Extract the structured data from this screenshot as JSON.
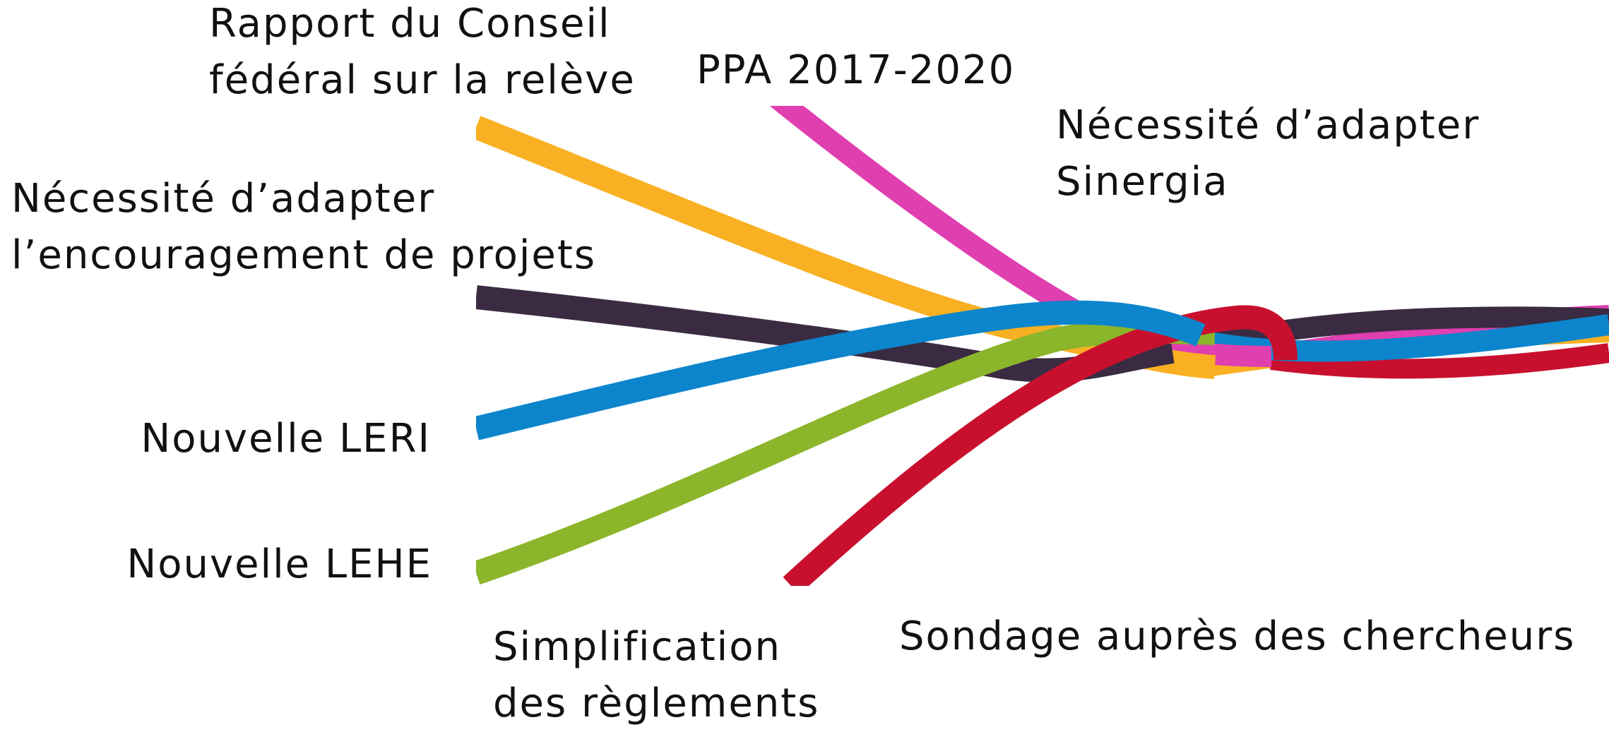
{
  "diagram": {
    "labels": {
      "rapport_conseil": [
        "Rapport du Conseil",
        "fédéral sur la relève"
      ],
      "ppa": [
        "PPA 2017-2020"
      ],
      "sinergia": [
        "Nécessité d’adapter",
        "Sinergia"
      ],
      "encouragement": [
        "Nécessité d’adapter",
        "l’encouragement de projets"
      ],
      "leri": [
        "Nouvelle LERI"
      ],
      "lehe": [
        "Nouvelle LEHE"
      ],
      "simplification": [
        "Simplification",
        "des règlements"
      ],
      "sondage": [
        "Sondage auprès des chercheurs"
      ]
    },
    "ribbons": [
      {
        "name": "ribbon-yellow",
        "color": "#f9b022"
      },
      {
        "name": "ribbon-magenta",
        "color": "#e03fb0"
      },
      {
        "name": "ribbon-dark-purple",
        "color": "#3a2b42"
      },
      {
        "name": "ribbon-blue",
        "color": "#0c85cc"
      },
      {
        "name": "ribbon-green",
        "color": "#8bb52a"
      },
      {
        "name": "ribbon-red",
        "color": "#c8102e"
      }
    ]
  }
}
